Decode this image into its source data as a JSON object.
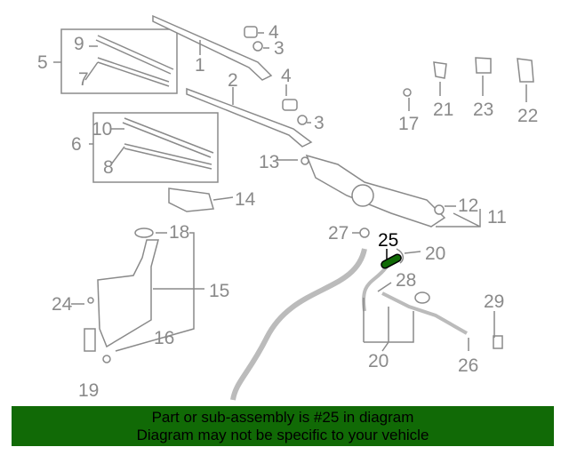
{
  "labels": {
    "n1": "1",
    "n2": "2",
    "n3": "3",
    "n4": "4",
    "n5": "5",
    "n6": "6",
    "n7": "7",
    "n8": "8",
    "n9": "9",
    "n10": "10",
    "n11": "11",
    "n12": "12",
    "n13": "13",
    "n14": "14",
    "n15": "15",
    "n16": "16",
    "n17": "17",
    "n18": "18",
    "n19": "19",
    "n20": "20",
    "n21": "21",
    "n22": "22",
    "n23": "23",
    "n24": "24",
    "n25": "25",
    "n26": "26",
    "n27": "27",
    "n28": "28",
    "n29": "29"
  },
  "highlight": {
    "part": "25",
    "color": "#116a06"
  },
  "banner": {
    "line1": "Part or sub-assembly is #25 in diagram",
    "line2": "Diagram may not be specific to your vehicle",
    "color": "#116a06"
  }
}
